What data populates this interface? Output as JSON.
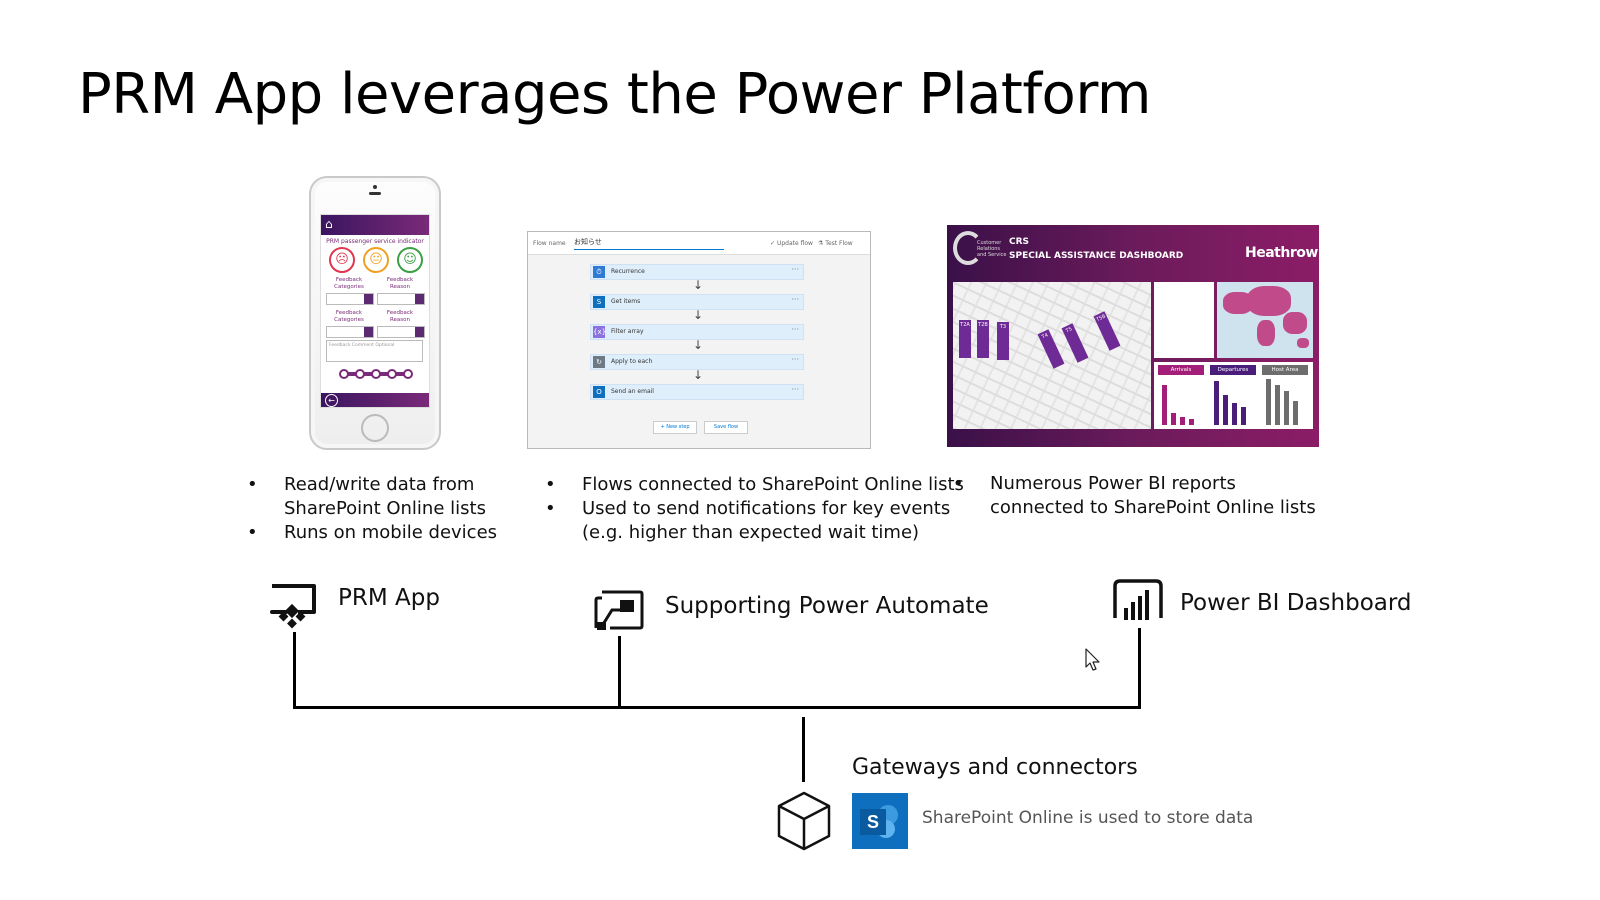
{
  "slide": {
    "title": "PRM App leverages the Power Platform"
  },
  "phone_mock": {
    "heading": "PRM passenger service indicator",
    "feedback_categories_label": "Feedback Categories",
    "feedback_reason_label": "Feedback Reason",
    "comment_placeholder": "Feedback Comment Optional"
  },
  "flow_mock": {
    "flow_name_label": "Flow name",
    "flow_name_value": "お知らせ",
    "update_flow": "Update flow",
    "test_flow": "Test Flow",
    "steps": [
      {
        "label": "Recurrence",
        "icon": "clock-icon",
        "color": "#2f7bd4"
      },
      {
        "label": "Get items",
        "icon": "sharepoint-icon",
        "color": "#0d6fbd"
      },
      {
        "label": "Filter array",
        "icon": "variable-icon",
        "color": "#8a72e0"
      },
      {
        "label": "Apply to each",
        "icon": "loop-icon",
        "color": "#6d7a86"
      },
      {
        "label": "Send an email",
        "icon": "outlook-icon",
        "color": "#0d6fbd"
      }
    ],
    "new_step": "+ New step",
    "save_flow": "Save flow"
  },
  "dashboard_mock": {
    "org_text": "Customer Relations and Service",
    "crs": "CRS",
    "subtitle": "SPECIAL ASSISTANCE DASHBOARD",
    "brand": "Heathrow",
    "tabs": [
      "Arrivals",
      "Departures",
      "Host Area"
    ],
    "terminals": [
      "T2A",
      "T2B",
      "T3",
      "T4",
      "T5",
      "T5B"
    ]
  },
  "columns": {
    "app": {
      "bullets": [
        [
          "Read/write data from",
          "SharePoint Online lists"
        ],
        [
          "Runs on mobile devices"
        ]
      ]
    },
    "automate": {
      "bullets": [
        [
          "Flows connected to SharePoint Online lists"
        ],
        [
          "Used to send notifications for key events",
          "(e.g. higher than expected wait time)"
        ]
      ]
    },
    "powerbi": {
      "bullets": [
        [
          "Numerous Power BI reports",
          "connected to SharePoint Online lists"
        ]
      ]
    }
  },
  "components": {
    "prm_app": "PRM App",
    "power_automate": "Supporting Power Automate",
    "power_bi": "Power BI Dashboard",
    "gateways": "Gateways and connectors",
    "sharepoint_caption": "SharePoint Online is used to store data"
  },
  "bullet_glyph": "•",
  "colors": {
    "sharepoint_blue": "#0d6fbd",
    "power_apps_purple": "#5b2a70",
    "dashboard_magenta": "#8c1c67"
  }
}
